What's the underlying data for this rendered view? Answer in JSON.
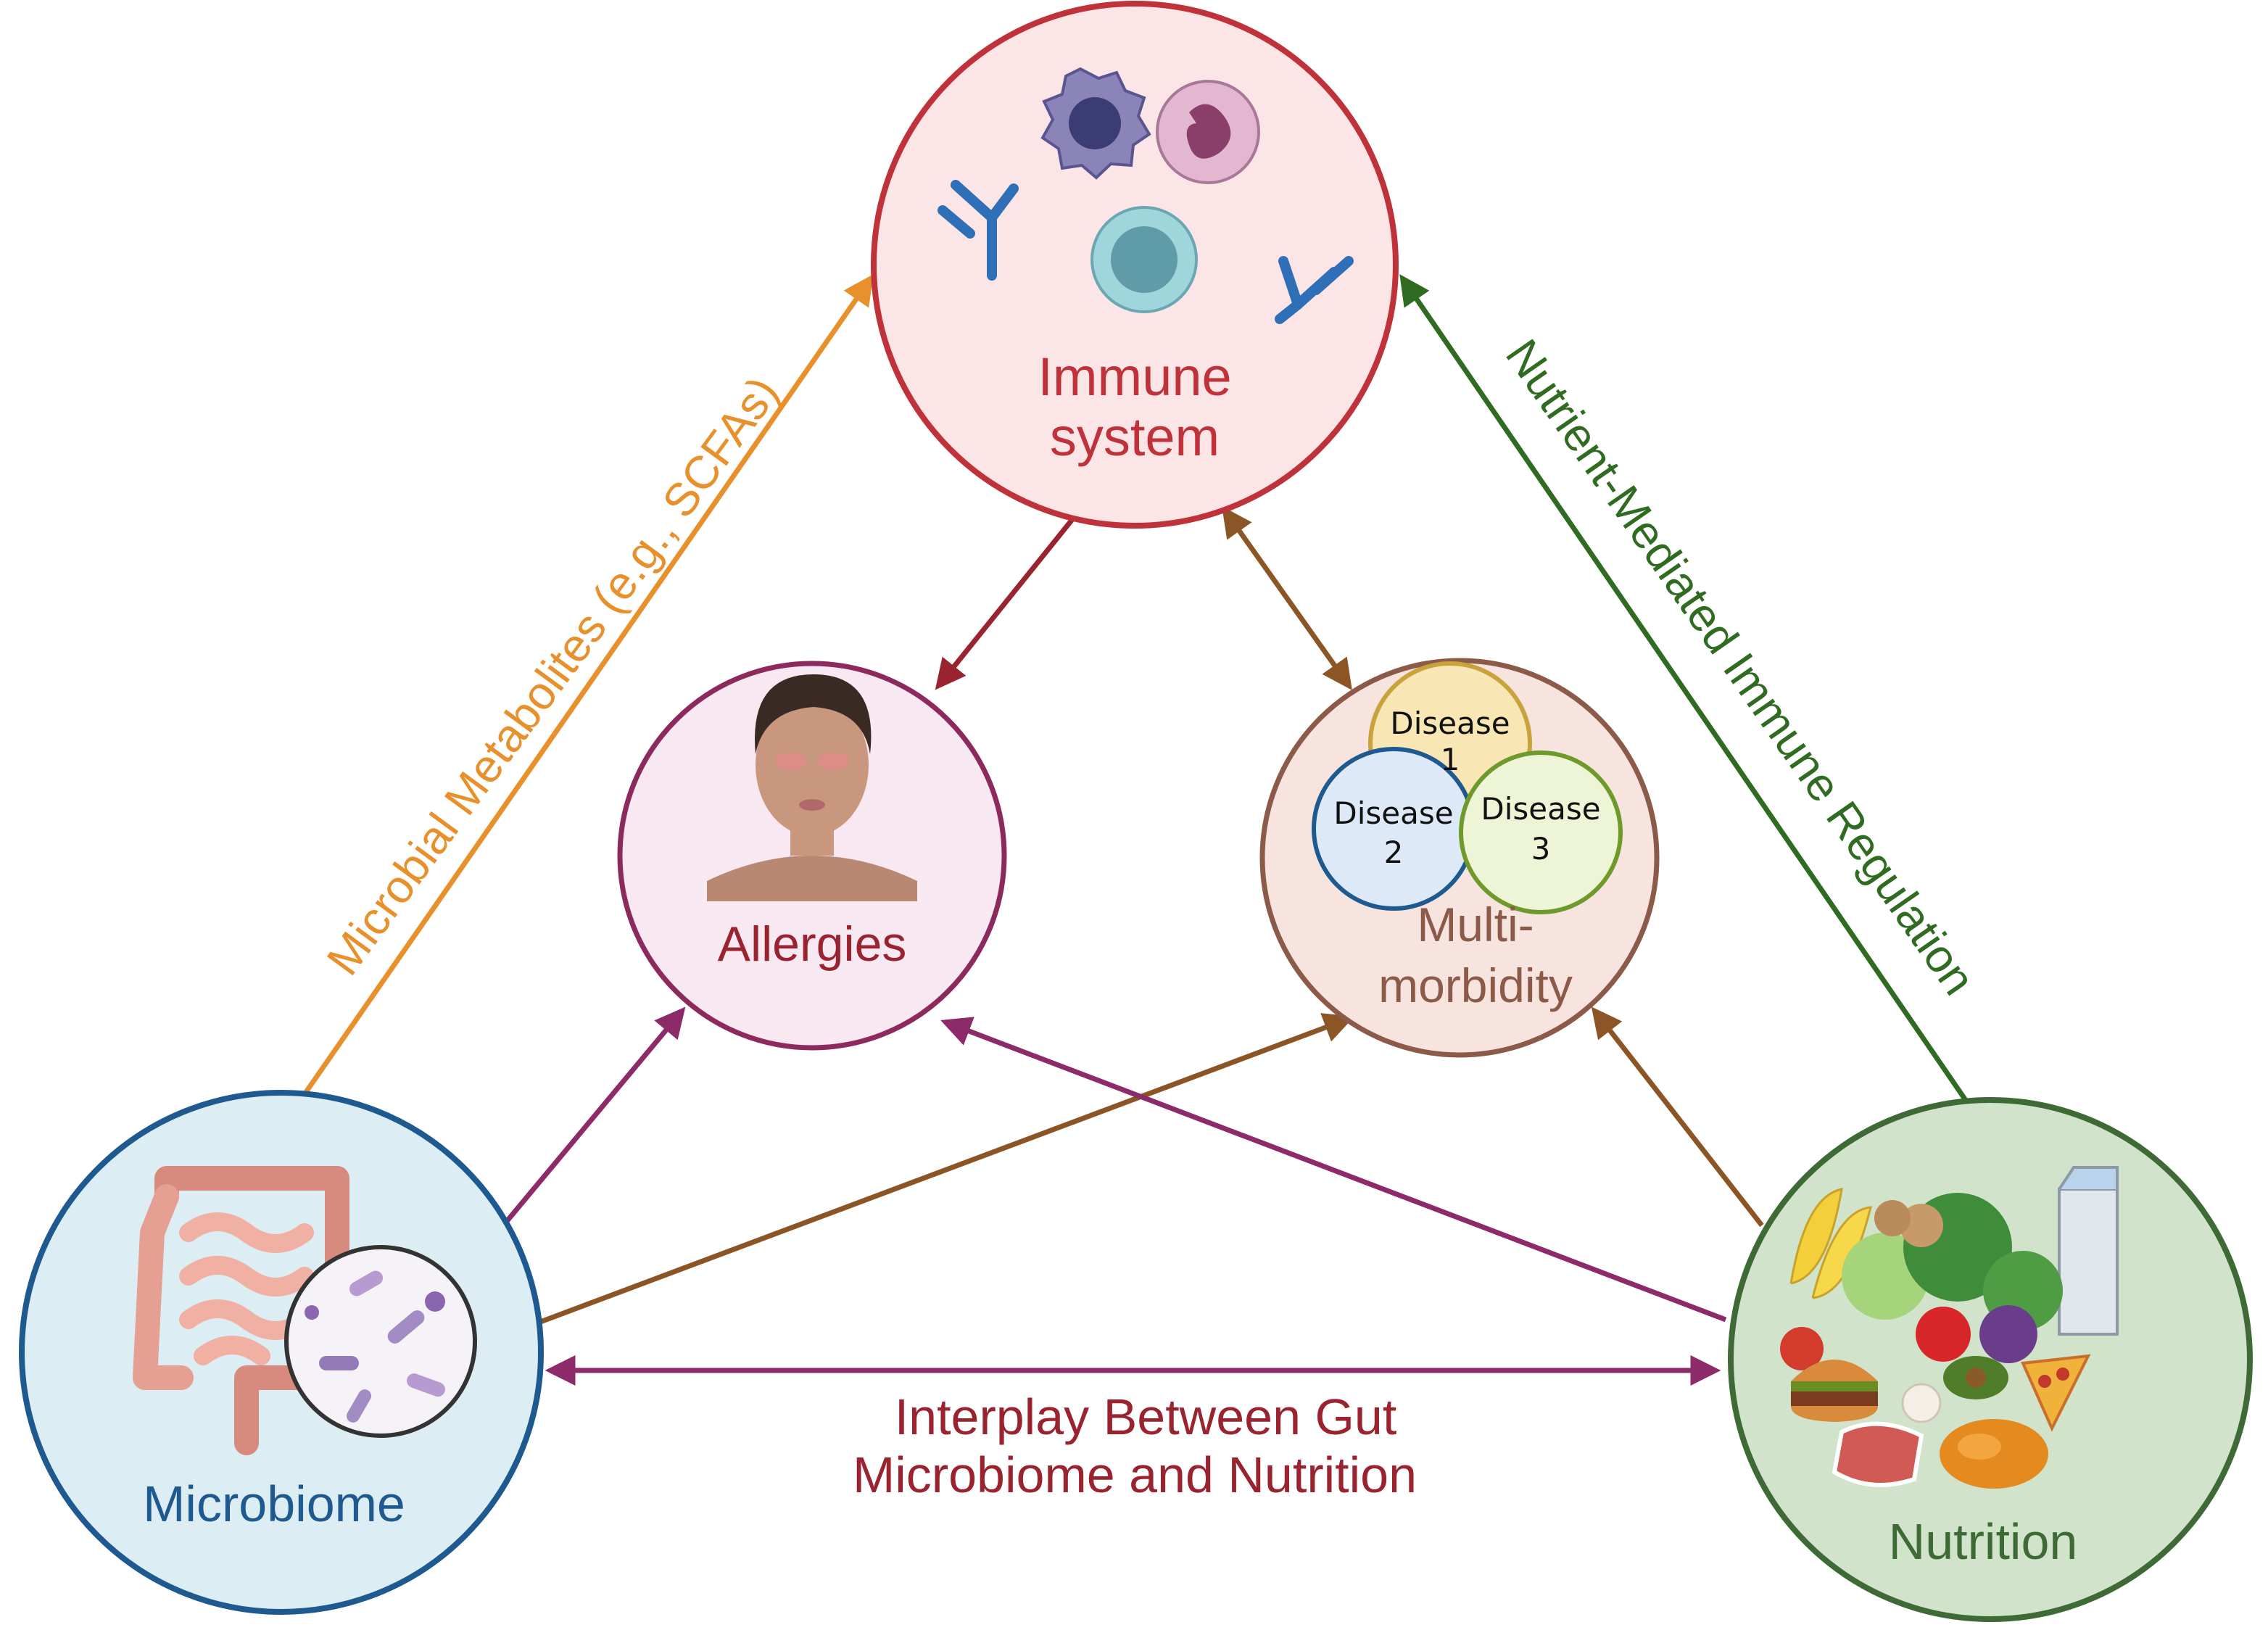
{
  "nodes": {
    "immune": {
      "line1": "Immune",
      "line2": "system",
      "color": "#c0323a",
      "fill": "#fbe5e6"
    },
    "allergies": {
      "label": "Allergies",
      "color": "#8c2a5e",
      "fill": "#f8e8f2"
    },
    "multimorbidity": {
      "line1": "Multi-",
      "line2": "morbidity",
      "color": "#8c5a48",
      "fill": "#f7e4de"
    },
    "microbiome": {
      "label": "Microbiome",
      "color": "#1e5a8f",
      "fill": "#dcedf3"
    },
    "nutrition": {
      "label": "Nutrition",
      "color": "#3e6b35",
      "fill": "#d2e3cb"
    }
  },
  "diseases": [
    {
      "line1": "Disease",
      "line2": "1",
      "color": "#c9a23c",
      "fill": "#f8e6b4"
    },
    {
      "line1": "Disease",
      "line2": "2",
      "color": "#1e5a8f",
      "fill": "#dde9f6"
    },
    {
      "line1": "Disease",
      "line2": "3",
      "color": "#6e9a2c",
      "fill": "#eef5d6"
    }
  ],
  "edges": {
    "microbial_metabolites": {
      "label": "Microbial Metabolites (e.g., SCFAs)",
      "color": "#e8902b"
    },
    "nutrient_mediated": {
      "label": "Nutrient-Mediated Immune Regulation",
      "color": "#2f6b20"
    },
    "interplay": {
      "line1": "Interplay Between Gut",
      "line2": "Microbiome and Nutrition",
      "color": "#9a2330"
    }
  },
  "arrow_colors": {
    "immune_to_allergies": "#9a2330",
    "brown": "#8c5526",
    "purple": "#8c2a6a"
  },
  "icons": [
    "immune-cell-icons",
    "antibody-icon",
    "person-allergy-icon",
    "intestine-icon",
    "bacteria-magnifier-icon",
    "food-icon"
  ]
}
